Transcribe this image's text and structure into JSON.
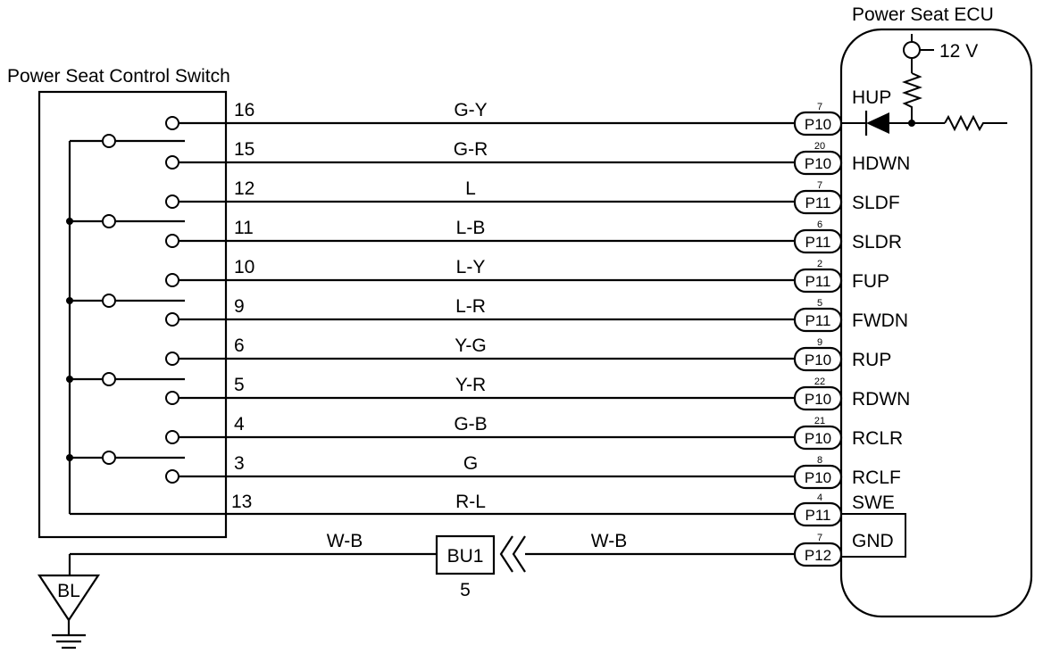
{
  "switch_title": "Power Seat Control Switch",
  "ecu_title": "Power Seat ECU",
  "supply": "12 V",
  "wires": [
    {
      "pin": "16",
      "color": "G-Y",
      "conn": "P10",
      "cpin": "7",
      "sig": "HUP"
    },
    {
      "pin": "15",
      "color": "G-R",
      "conn": "P10",
      "cpin": "20",
      "sig": "HDWN"
    },
    {
      "pin": "12",
      "color": "L",
      "conn": "P11",
      "cpin": "7",
      "sig": "SLDF"
    },
    {
      "pin": "11",
      "color": "L-B",
      "conn": "P11",
      "cpin": "6",
      "sig": "SLDR"
    },
    {
      "pin": "10",
      "color": "L-Y",
      "conn": "P11",
      "cpin": "2",
      "sig": "FUP"
    },
    {
      "pin": "9",
      "color": "L-R",
      "conn": "P11",
      "cpin": "5",
      "sig": "FWDN"
    },
    {
      "pin": "6",
      "color": "Y-G",
      "conn": "P10",
      "cpin": "9",
      "sig": "RUP"
    },
    {
      "pin": "5",
      "color": "Y-R",
      "conn": "P10",
      "cpin": "22",
      "sig": "RDWN"
    },
    {
      "pin": "4",
      "color": "G-B",
      "conn": "P10",
      "cpin": "21",
      "sig": "RCLR"
    },
    {
      "pin": "3",
      "color": "G",
      "conn": "P10",
      "cpin": "8",
      "sig": "RCLF"
    },
    {
      "pin": "13",
      "color": "R-L",
      "conn": "P11",
      "cpin": "4",
      "sig": "SWE"
    }
  ],
  "ground": {
    "conn": "P12",
    "cpin": "7",
    "sig": "GND",
    "color_left": "W-B",
    "color_right": "W-B",
    "junction": "BU1",
    "junction_pin": "5",
    "ground_point": "BL"
  }
}
